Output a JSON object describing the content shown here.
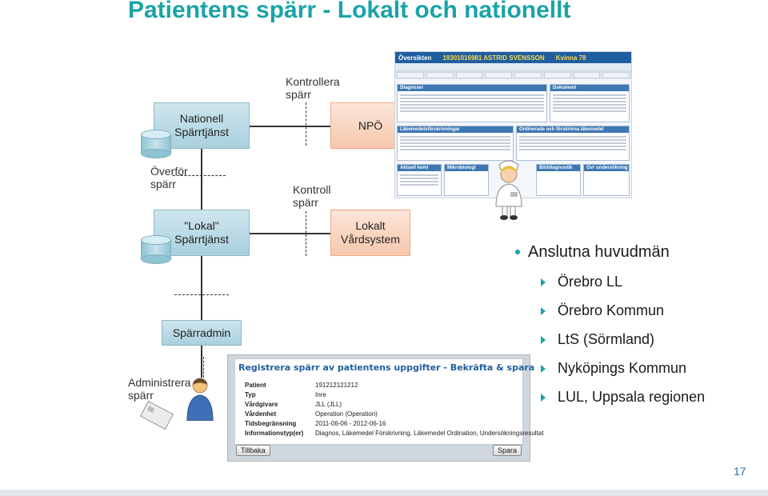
{
  "title": "Patientens spärr - Lokalt och nationellt",
  "boxes": {
    "nationell": "Nationell Spärrtjänst",
    "npo": "NPÖ",
    "lokal": "\"Lokal\" Spärrtjänst",
    "vardsystem": "Lokalt Vårdsystem",
    "sparradmin": "Spärradmin"
  },
  "labels": {
    "kontrollera": "Kontrollera spärr",
    "overfor": "Överför spärr",
    "kontroll": "Kontroll spärr",
    "administrera": "Administrera spärr"
  },
  "npo_screen": {
    "header_text": "Översikten",
    "patient": "19301016981 ASTRID SVENSSON",
    "age": "Kvinna 78",
    "panels": [
      "Diagnoser",
      "Dokument",
      "Läkemedelsförskrivningar",
      "Ordinerade och förskrivna läkemedel",
      "Aktuell kemi",
      "Mikrobiologi",
      "Bilddiagnostik",
      "Övr undersökning"
    ]
  },
  "list": {
    "header": "Anslutna huvudmän",
    "items": [
      "Örebro LL",
      "Örebro Kommun",
      "LtS (Sörmland)",
      "Nyköpings Kommun",
      "LUL, Uppsala regionen"
    ]
  },
  "form": {
    "title": "Registrera spärr av patientens uppgifter - Bekräfta & spara",
    "rows": [
      {
        "key": "Patient",
        "value": "191212121212"
      },
      {
        "key": "Typ",
        "value": "Inre"
      },
      {
        "key": "Vårdgivare",
        "value": "JLL (JLL)"
      },
      {
        "key": "Vårdenhet",
        "value": "Operation (Operation)"
      },
      {
        "key": "Tidsbegränsning",
        "value": "2011-06-06 - 2012-06-16"
      },
      {
        "key": "Informationstyp(er)",
        "value": "Diagnos, Läkemedel Förskrivning, Läkemedel Ordination, Undersökningsresultat"
      }
    ],
    "back": "Tillbaka",
    "save": "Spara"
  },
  "page_number": "17",
  "colors": {
    "accent": "#1aa3a8",
    "box_blue": "#b9dbe7",
    "box_orange": "#f8d3bd",
    "npo_blue": "#1f5fa0"
  }
}
